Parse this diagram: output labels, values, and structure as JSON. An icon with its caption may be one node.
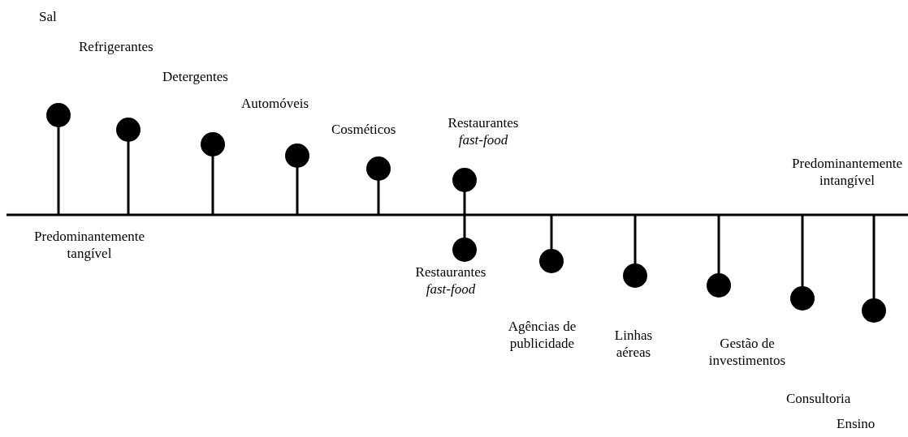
{
  "diagram": {
    "labels": [
      "Sal",
      "Refrigerantes",
      "Detergentes",
      "Automóveis",
      "Cosméticos",
      "Restaurantes *fast-food*",
      "Predominantemente intangível",
      "Predominantemente tangível",
      "Restaurantes *fast-food*",
      "Agências de publicidade",
      "Linhas aéreas",
      "Gestão de investimentos",
      "Consultoria",
      "Ensino"
    ]
  }
}
